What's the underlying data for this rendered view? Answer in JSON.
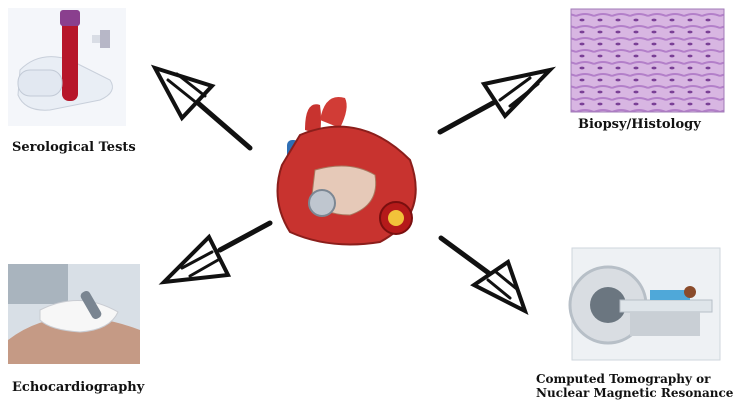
{
  "labels": {
    "serology": "Serological Tests",
    "biopsy": "Biopsy/Histology",
    "echo": "Echocardiography",
    "ct_line1": "Computed Tomography or",
    "ct_line2": "Nuclear Magnetic Resonance"
  },
  "colors": {
    "arrow": "#111111",
    "heart": "#c8332f",
    "histology": "#c9a0d6",
    "tube_cap": "#8a3f8e"
  }
}
